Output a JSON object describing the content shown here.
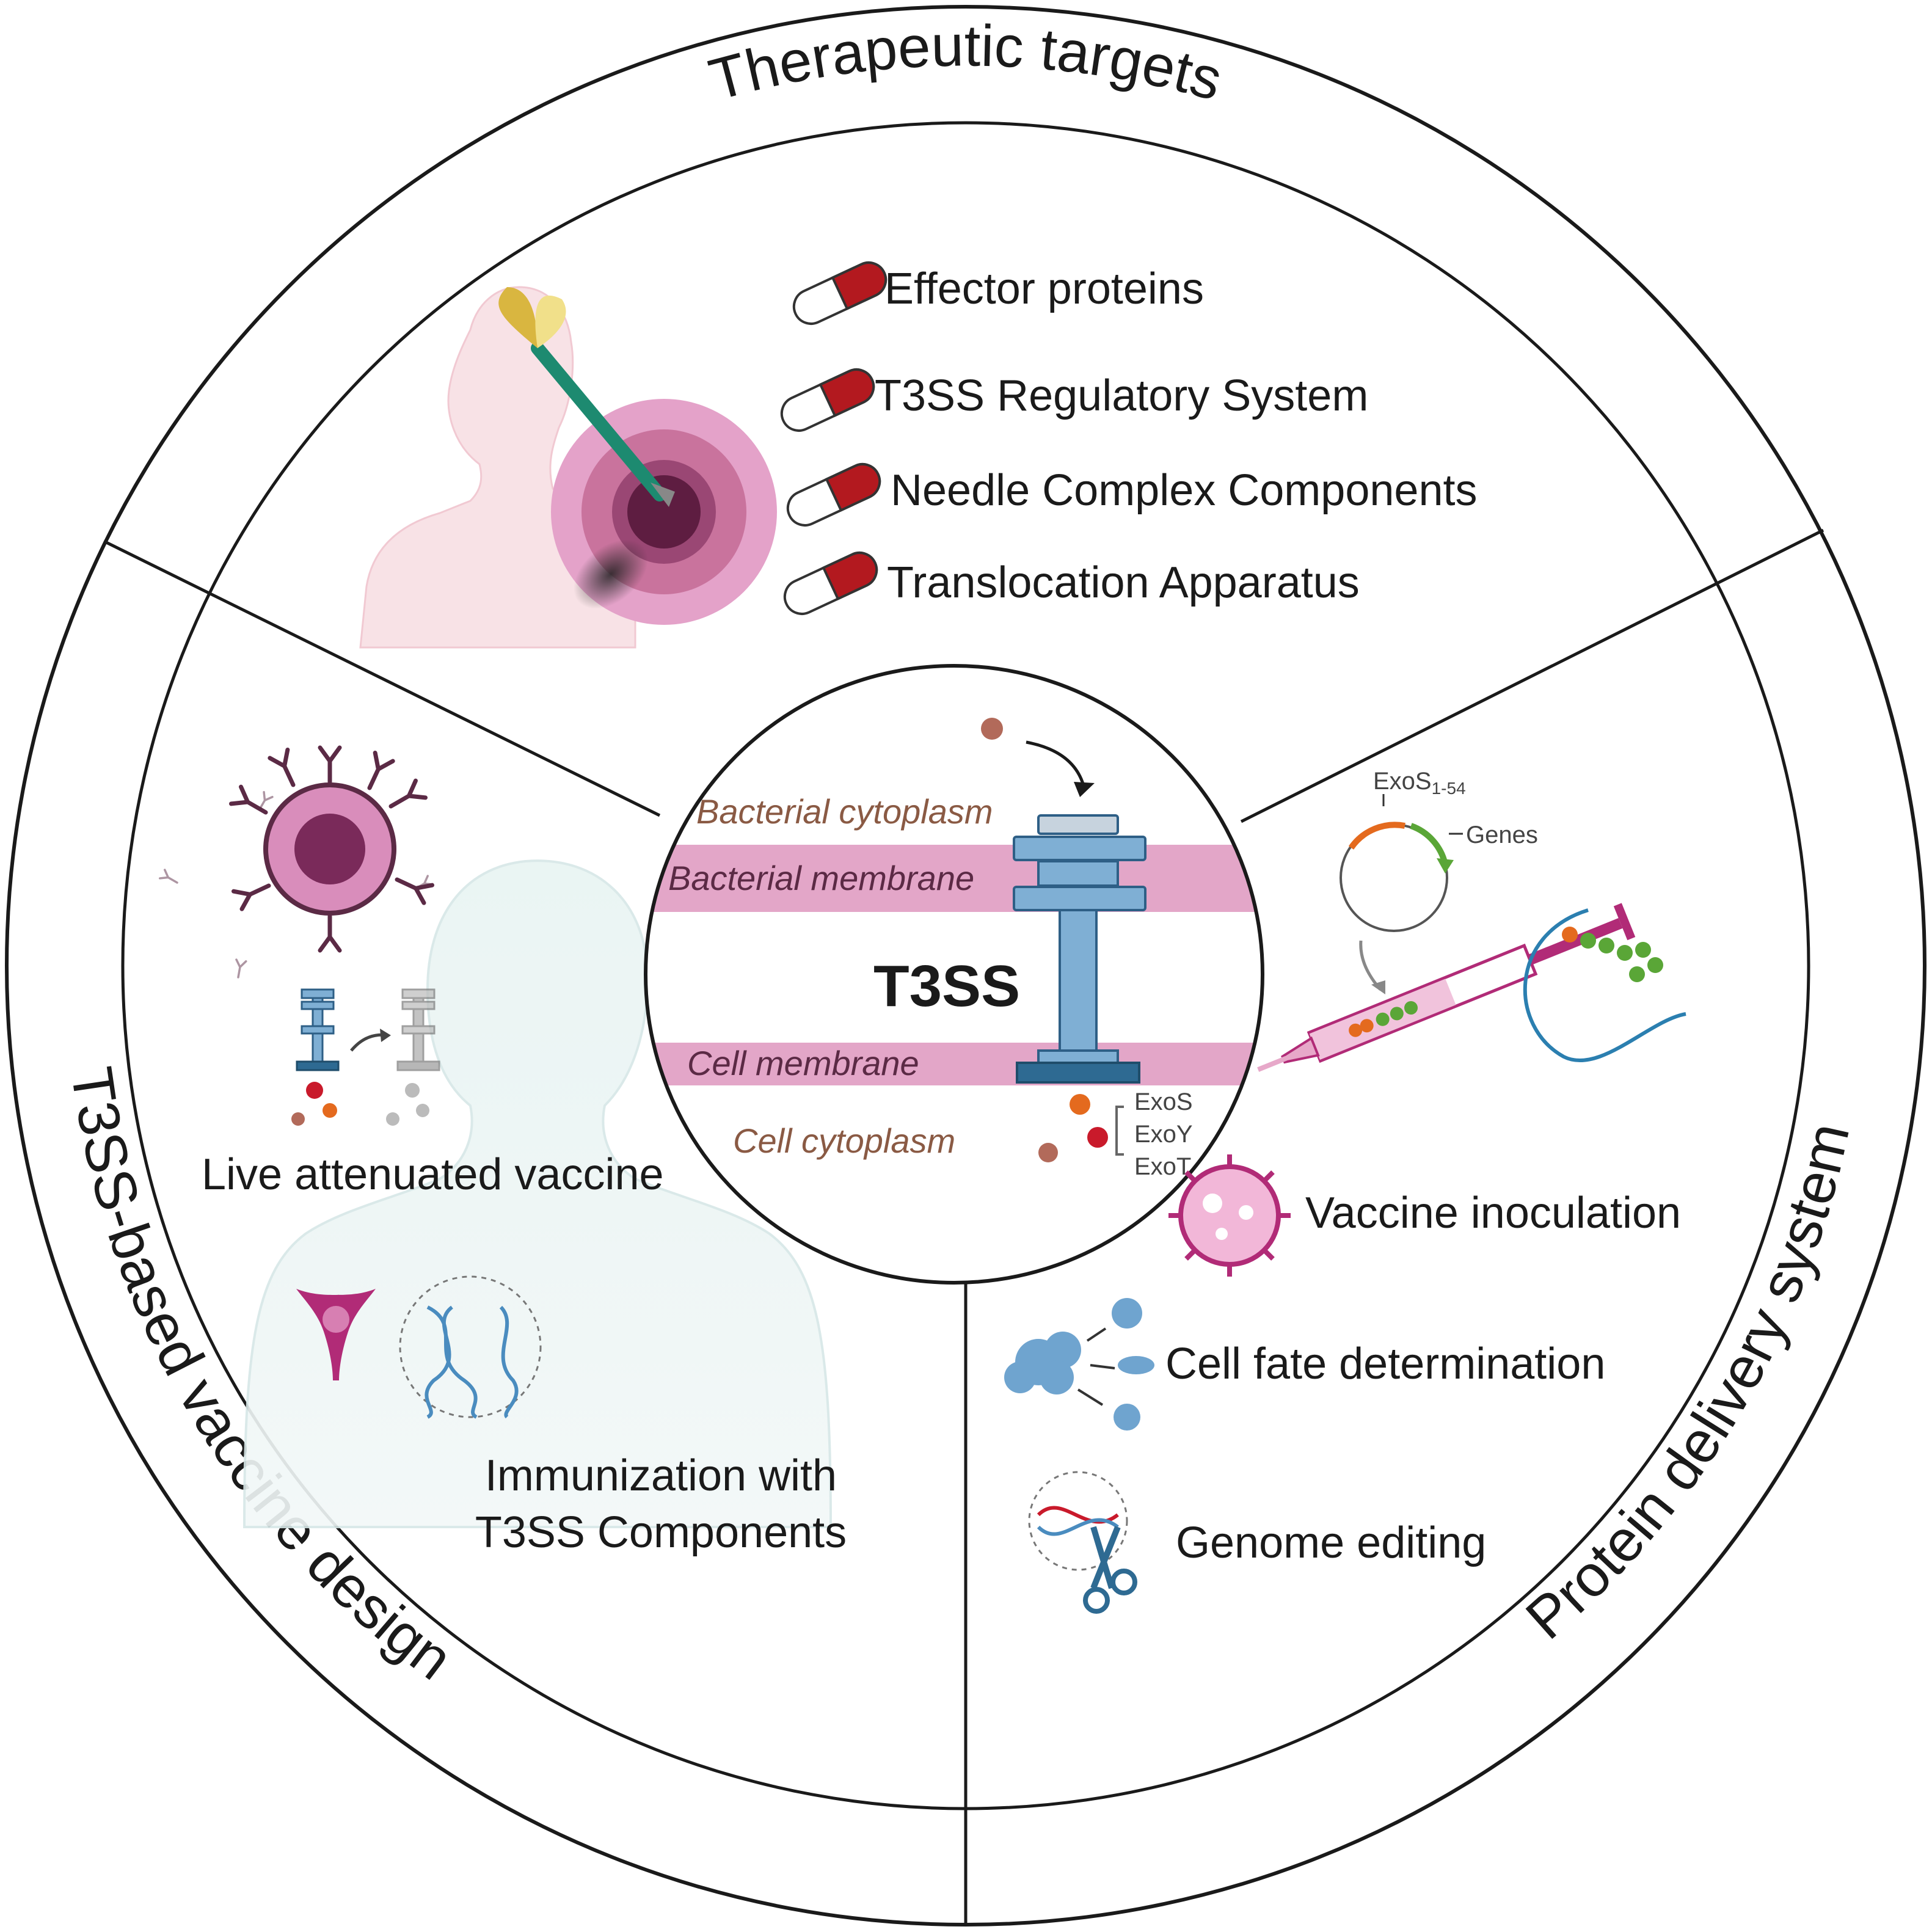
{
  "sections": {
    "top_title": "Therapeutic targets",
    "left_title": "T3SS-based vaccine design",
    "right_title": "Protein delivery system"
  },
  "therapeutic_targets": [
    "Effector proteins",
    "T3SS Regulatory System",
    "Needle Complex Components",
    "Translocation Apparatus"
  ],
  "center": {
    "title": "T3SS",
    "bacterial_cytoplasm": "Bacterial cytoplasm",
    "bacterial_membrane": "Bacterial membrane",
    "cell_membrane": "Cell membrane",
    "cell_cytoplasm": "Cell cytoplasm",
    "effectors": [
      "ExoS",
      "ExoY",
      "ExoT"
    ]
  },
  "vaccine_design": {
    "live_attenuated": "Live attenuated vaccine",
    "immunization_line1": "Immunization with",
    "immunization_line2": "T3SS Components"
  },
  "protein_delivery": {
    "plasmid_label": "ExoS",
    "plasmid_subscript": "1-54",
    "genes_label": "Genes",
    "vaccine_inoculation": "Vaccine inoculation",
    "cell_fate": "Cell fate determination",
    "genome_editing": "Genome editing"
  },
  "colors": {
    "membrane_pink": "#e3a6c8",
    "t3ss_blue": "#7fafd4",
    "capsule_red": "#b3191f",
    "target_pink": "#d77fb2",
    "target_dark": "#5e1d41",
    "dart_green": "#1d8a70",
    "virus_magenta": "#b12b77"
  }
}
